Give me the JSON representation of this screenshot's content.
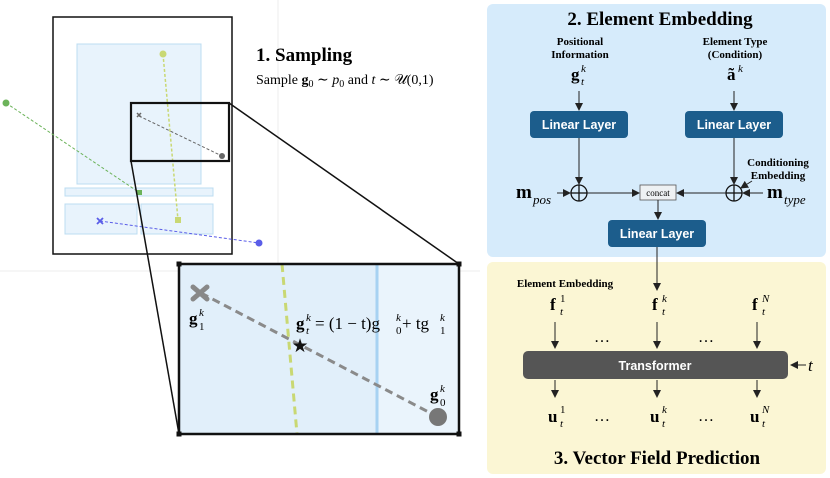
{
  "sampling": {
    "title": "1.  Sampling",
    "description_prefix": "Sample ",
    "description_g0": "g",
    "description_sub0": "0",
    "description_mid": " ∼ ",
    "description_p": "p",
    "description_psub": "0",
    "description_and": " and ",
    "description_t": "t",
    "description_dist": " ∼ 𝒰(0,1)"
  },
  "zoom": {
    "g1_label": "g",
    "g1_sup": "k",
    "g1_sub": "1",
    "g0_label": "g",
    "g0_sup": "k",
    "g0_sub": "0",
    "gt_formula": "g",
    "gt_sup": "k",
    "gt_sub": "t",
    "gt_rhs": "= (1 − t)g",
    "gt_rhs_sup": "k",
    "gt_rhs_sub": "0",
    "gt_rhs2": " + tg",
    "gt_rhs2_sup": "k",
    "gt_rhs2_sub": "1",
    "star": "★"
  },
  "embedding": {
    "title": "2.  Element Embedding",
    "positional_line1": "Positional",
    "positional_line2": "Information",
    "positional_var": "g",
    "positional_sup": "k",
    "positional_sub": "t",
    "type_line1": "Element Type",
    "type_line2": "(Condition)",
    "type_var": "ã",
    "type_sup": "k",
    "linear_left": "Linear Layer",
    "linear_right": "Linear Layer",
    "linear_bottom": "Linear Layer",
    "concat": "concat",
    "cond_line1": "Conditioning",
    "cond_line2": "Embedding",
    "m_pos": "m",
    "m_pos_sub": "pos",
    "m_type": "m",
    "m_type_sub": "type",
    "oplus": "⊕"
  },
  "prediction": {
    "title": "3. Vector Field Prediction",
    "element_embedding_label": "Element Embedding",
    "f": "f",
    "f1_sup": "1",
    "fk_sup": "k",
    "fN_sup": "N",
    "f_sub": "t",
    "dots": "…",
    "transformer": "Transformer",
    "t_input": "t",
    "u": "u",
    "u1_sup": "1",
    "uk_sup": "k",
    "uN_sup": "N",
    "u_sub": "t"
  },
  "colors": {
    "embedding_bg": "#d6ebfb",
    "prediction_bg": "#fbf6d4",
    "linear_layer": "#1c5d8c",
    "transformer": "#555555",
    "layout_fill": "#e5f2fb",
    "green_line": "#6cb35a",
    "yellow_line": "#c9d873",
    "blue_line": "#5a5de8",
    "gray_line": "#777777"
  }
}
